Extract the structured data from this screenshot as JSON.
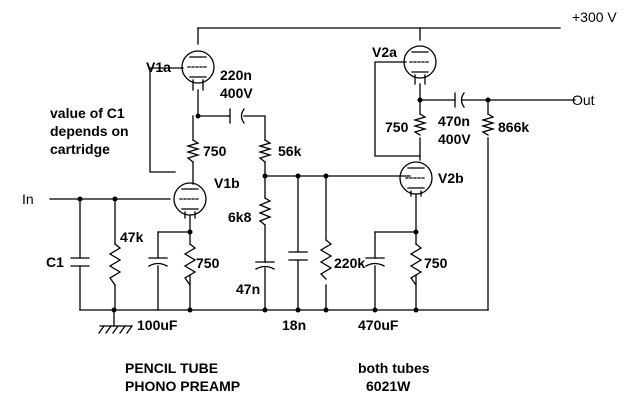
{
  "rails": {
    "supply": "+300 V",
    "output": "Out",
    "input": "In"
  },
  "tubes": {
    "v1a": "V1a",
    "v1b": "V1b",
    "v2a": "V2a",
    "v2b": "V2b"
  },
  "components": {
    "c_couple1": [
      "220n",
      "400V"
    ],
    "c_couple2": [
      "470n",
      "400V"
    ],
    "r_750_top": "750",
    "r_56k": "56k",
    "r_6k8": "6k8",
    "c_47n": "47n",
    "c_18n": "18n",
    "r_220k": "220k",
    "r_750_v2a": "750",
    "r_866k": "866k",
    "r_47k": "47k",
    "c1": "C1",
    "c_100uF": "100uF",
    "r_750_v1b_cathode": "750",
    "c_470uF": "470uF",
    "r_750_v2b_cathode": "750"
  },
  "notes": {
    "c1_note": [
      "value of C1",
      "depends on",
      "cartridge"
    ],
    "title": [
      "PENCIL TUBE",
      "PHONO PREAMP"
    ],
    "tubes_note": [
      "both tubes",
      "6021W"
    ]
  }
}
